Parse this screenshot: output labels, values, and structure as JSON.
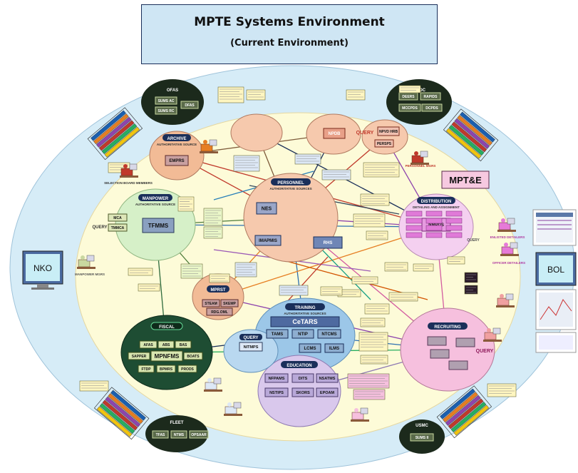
{
  "title": "MPTE Systems Environment",
  "subtitle": "(Current Environment)",
  "external": {
    "left": "NKO",
    "right": "BOL",
    "mpte": "MPT&E"
  },
  "colors": {
    "outer_ring": "#d6ecf7",
    "inner_field": "#fdfbd8",
    "personnel": "#f6c9ad",
    "manpower": "#d6f0c8",
    "distribution": "#f4d0f0",
    "training": "#9cc7e8",
    "education": "#d9c8ec",
    "recruiting": "#f6c0de",
    "fiscal": "#1e4d33",
    "archive": "#f2bb96",
    "mprst": "#f2bb96",
    "npdb": "#f6c9ad",
    "dark_cluster": "#1c2a1c"
  },
  "hubs": {
    "personnel": {
      "title": "PERSONNEL",
      "sub": "AUTHORITATIVE SOURCES",
      "systems": [
        "NES",
        "IMAPMIS",
        "RHS"
      ]
    },
    "manpower": {
      "title": "MANPOWER",
      "sub": "AUTHORITATIVE SOURCE",
      "systems": [
        "TFMMS"
      ],
      "query": "QUERY",
      "query_systems": [
        "MCA",
        "TMMCA"
      ]
    },
    "archive": {
      "title": "ARCHIVE",
      "sub": "AUTHORITATIVE SOURCE",
      "systems": [
        "EMPRS"
      ]
    },
    "distribution": {
      "title": "DISTRIBUTION",
      "sub": "DETAILING AND ASSIGNMENT",
      "systems": [
        "NMPDS"
      ],
      "query": "QUERY"
    },
    "training": {
      "title": "TRAINING",
      "sub": "AUTHORITATIVE SOURCES",
      "systems": [
        "CeTARS",
        "TAMS",
        "NTIP",
        "NTCMS",
        "LCMS",
        "ILMS"
      ]
    },
    "education": {
      "title": "EDUCATION",
      "systems": [
        "NFPAMS",
        "DITS",
        "NSATMS",
        "NSTIPS",
        "SKORS",
        "EPOAM"
      ]
    },
    "recruiting": {
      "title": "RECRUITING",
      "query": "QUERY"
    },
    "fiscal": {
      "title": "FISCAL",
      "systems": [
        "AFAS",
        "ABS",
        "BAS",
        "SAPPER",
        "MPNFMS",
        "BOATS",
        "FTDP",
        "BPMRS",
        "PRODS"
      ]
    },
    "mprst": {
      "title": "MPRST",
      "systems": [
        "STEAM",
        "SKEMP",
        "RDG.OML"
      ]
    },
    "npdb": {
      "title": "NPDB",
      "query": "QUERY",
      "systems": [
        "NPDB",
        "NPVD HRB",
        "PERSPS"
      ]
    },
    "query_lower": {
      "title": "QUERY",
      "systems": [
        "NITMPS"
      ]
    }
  },
  "clusters": {
    "ofas": {
      "title": "OFAS",
      "systems": [
        "SUMS AC",
        "SUMS RC",
        "DFAS"
      ]
    },
    "dmdc": {
      "title": "DMDC",
      "systems": [
        "DEERS",
        "RAPIDS",
        "MCCPDS",
        "DCPDS"
      ]
    },
    "fleet": {
      "title": "FLEET",
      "systems": [
        "TFAS",
        "NTMS",
        "OPSAAR"
      ]
    },
    "usmc": {
      "title": "USMC",
      "systems": [
        "SUMS II"
      ]
    }
  },
  "users": {
    "selection_board": "SELECTION BOARD MEMBERS",
    "manpower_mgrs": "MANPOWER MGRS",
    "enlisted_detailers": "ENLISTED DETAILERS",
    "officer_detailers": "OFFICER DETAILERS",
    "personnel_mgrs": "PERSONNEL MGRS"
  }
}
